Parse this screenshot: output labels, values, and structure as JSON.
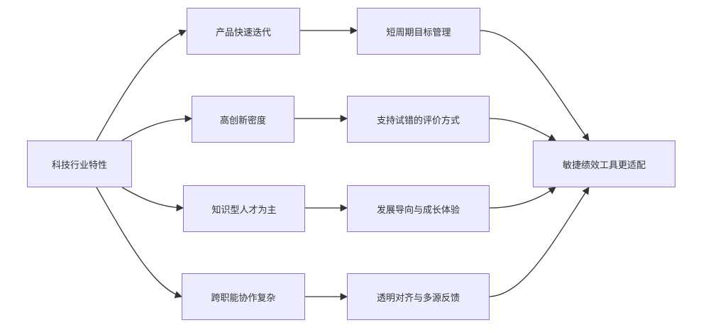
{
  "nodes": {
    "tech": "科技行业特性",
    "iterate": "产品快速迭代",
    "innovation": "高创新密度",
    "knowledge": "知识型人才为主",
    "crossfunc": "跨职能协作复杂",
    "shortcycle": "短周期目标管理",
    "trialerror": "支持试错的评价方式",
    "growth": "发展导向与成长体验",
    "transparent": "透明对齐与多源反馈",
    "agile": "敏捷绩效工具更适配"
  },
  "edges": [
    {
      "from": "tech",
      "to": "iterate"
    },
    {
      "from": "tech",
      "to": "innovation"
    },
    {
      "from": "tech",
      "to": "knowledge"
    },
    {
      "from": "tech",
      "to": "crossfunc"
    },
    {
      "from": "iterate",
      "to": "shortcycle"
    },
    {
      "from": "innovation",
      "to": "trialerror"
    },
    {
      "from": "knowledge",
      "to": "growth"
    },
    {
      "from": "crossfunc",
      "to": "transparent"
    },
    {
      "from": "shortcycle",
      "to": "agile"
    },
    {
      "from": "trialerror",
      "to": "agile"
    },
    {
      "from": "growth",
      "to": "agile"
    },
    {
      "from": "transparent",
      "to": "agile"
    }
  ],
  "colors": {
    "node_fill": "#ececff",
    "node_border": "#9370db",
    "edge": "#333333",
    "text": "#333333"
  }
}
